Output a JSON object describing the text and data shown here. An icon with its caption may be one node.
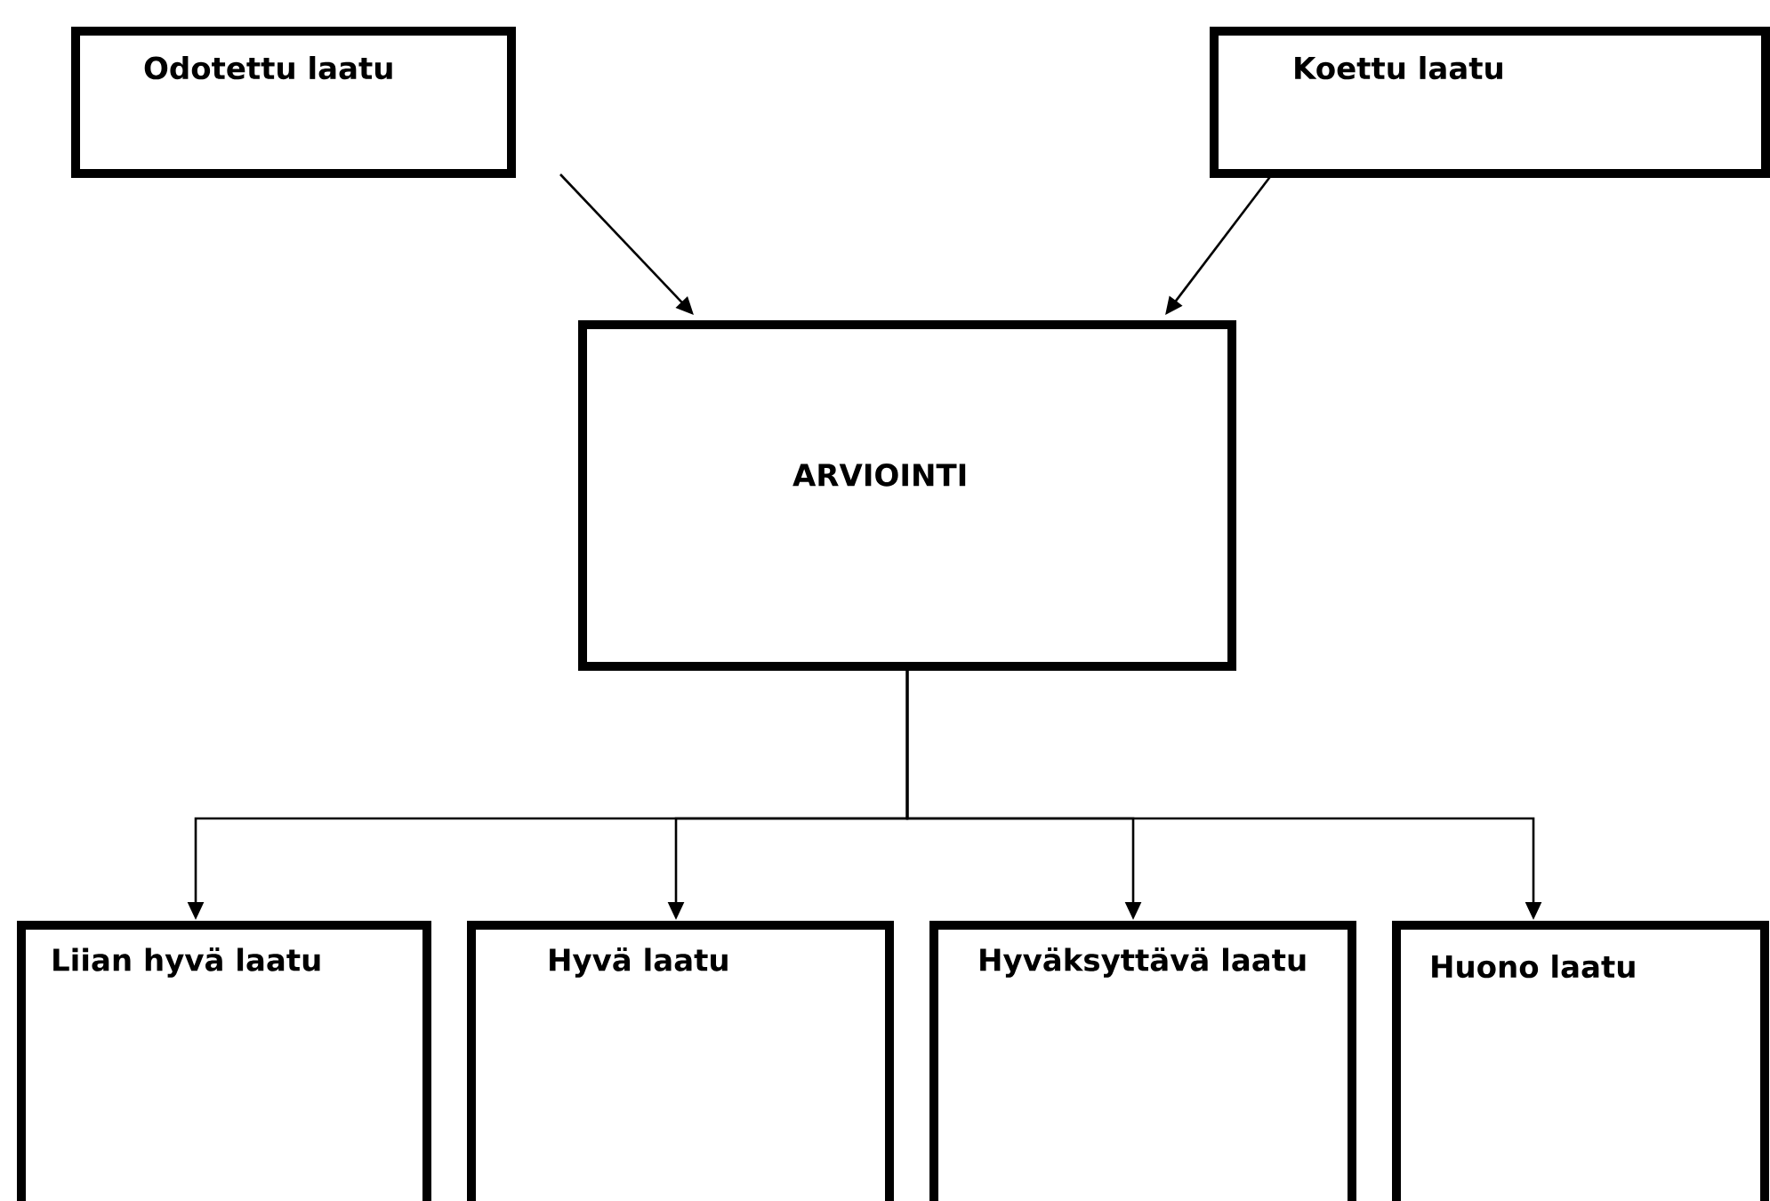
{
  "diagram": {
    "nodes": [
      {
        "text": [
          "Odotettu laatu"
        ]
      },
      {
        "text": [
          "Koettu laatu"
        ]
      },
      {
        "text": [
          "ARVIOINTI"
        ]
      },
      {
        "text": [
          "Liian hyvä laatu"
        ]
      },
      {
        "text": [
          "Hyvä laatu"
        ]
      },
      {
        "text": [
          "Hyväksyttävä laatu"
        ]
      },
      {
        "text": [
          "Huono laatu"
        ]
      }
    ],
    "edges": [
      {
        "from": 0,
        "to": 2,
        "arrow": "to"
      },
      {
        "from": 1,
        "to": 2,
        "arrow": "to"
      },
      {
        "from": 2,
        "to": 3,
        "arrow": "to"
      },
      {
        "from": 2,
        "to": 4,
        "arrow": "to"
      },
      {
        "from": 2,
        "to": 5,
        "arrow": "to"
      },
      {
        "from": 2,
        "to": 6,
        "arrow": "to"
      }
    ]
  }
}
